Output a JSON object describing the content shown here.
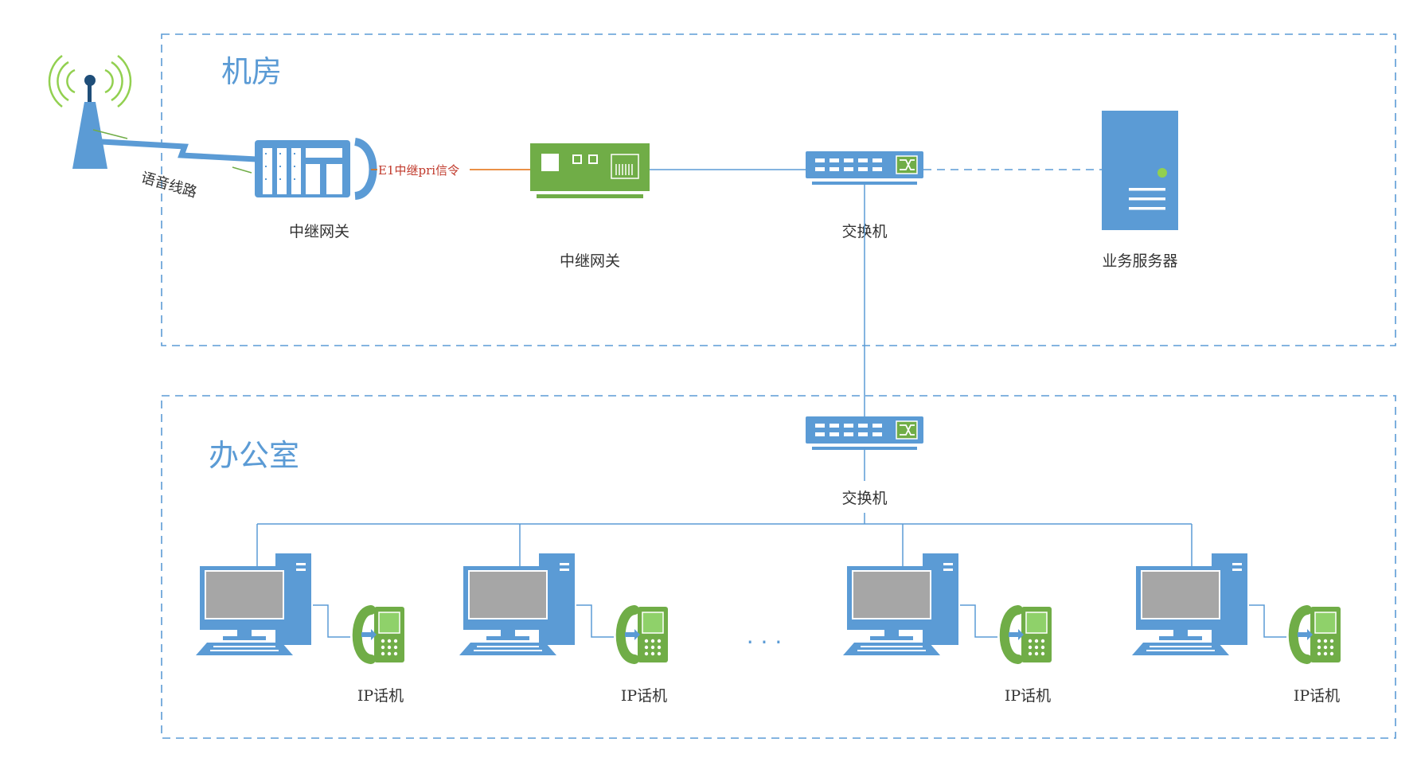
{
  "colors": {
    "blue": "#5b9bd5",
    "green": "#70ad47",
    "dark_blue": "#1f4e79",
    "signal_red": "#c0392b",
    "screen_gray": "#a6a6a6"
  },
  "zones": {
    "machine_room": "机房",
    "office": "办公室"
  },
  "machine_room": {
    "voice_line_label": "语音线路",
    "trunk_gateway_1_label": "中继网关",
    "e1_signal_label": "E1中继pri信令",
    "trunk_gateway_2_label": "中继网关",
    "switch_label": "交换机",
    "server_label": "业务服务器"
  },
  "office": {
    "switch_label": "交换机",
    "ellipsis": "· · ·",
    "workstations": [
      {
        "phone_label": "IP话机"
      },
      {
        "phone_label": "IP话机"
      },
      {
        "phone_label": "IP话机"
      },
      {
        "phone_label": "IP话机"
      }
    ]
  },
  "icons": [
    "radio-tower-icon",
    "trunk-gateway-icon",
    "gateway-device-icon",
    "network-switch-icon",
    "server-icon",
    "computer-icon",
    "ip-phone-icon"
  ]
}
